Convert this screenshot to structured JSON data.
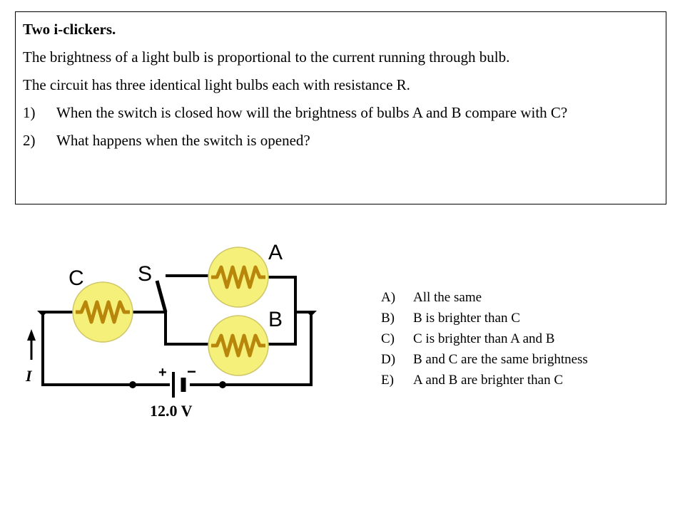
{
  "question": {
    "title": "Two i-clickers.",
    "line1": "The brightness of a light bulb is proportional to the current running through bulb.",
    "line2": "The circuit has three identical light bulbs each with resistance R.",
    "items": [
      {
        "number": "1)",
        "text": "When the switch is closed how will the brightness of bulbs A and B compare with C?"
      },
      {
        "number": "2)",
        "text": "What happens when the switch is opened?"
      }
    ]
  },
  "circuit": {
    "label_a": "A",
    "label_b": "B",
    "label_c": "C",
    "label_s": "S",
    "label_current": "I",
    "plus": "+",
    "minus": "−",
    "voltage": "12.0 V",
    "bulb_color": "#F5F07A"
  },
  "answers": [
    {
      "letter": "A)",
      "text": "All the same"
    },
    {
      "letter": "B)",
      "text": "B is brighter than C"
    },
    {
      "letter": "C)",
      "text": "C is brighter than A and B"
    },
    {
      "letter": "D)",
      "text": "B and C are the same brightness"
    },
    {
      "letter": "E)",
      "text": "A and B are brighter than C"
    }
  ]
}
